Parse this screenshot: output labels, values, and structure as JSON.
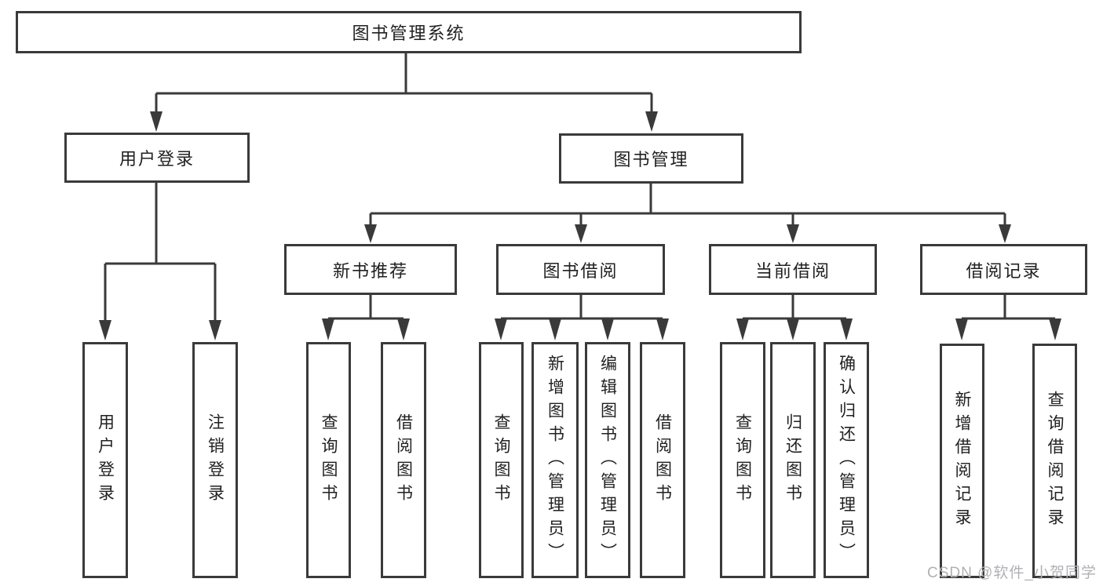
{
  "root": {
    "label": "图书管理系统"
  },
  "level2": [
    {
      "label": "用户登录"
    },
    {
      "label": "图书管理"
    }
  ],
  "level3": [
    {
      "label": "新书推荐"
    },
    {
      "label": "图书借阅"
    },
    {
      "label": "当前借阅"
    },
    {
      "label": "借阅记录"
    }
  ],
  "leaves": {
    "user_login": [
      {
        "label": "用户登录"
      },
      {
        "label": "注销登录"
      }
    ],
    "new_book_recommend": [
      {
        "label": "查询图书"
      },
      {
        "label": "借阅图书"
      }
    ],
    "book_borrow": [
      {
        "label": "查询图书"
      },
      {
        "label": "新增图书（管理员）"
      },
      {
        "label": "编辑图书（管理员）"
      },
      {
        "label": "借阅图书"
      }
    ],
    "current_borrow": [
      {
        "label": "查询图书"
      },
      {
        "label": "归还图书"
      },
      {
        "label": "确认归还（管理员）"
      }
    ],
    "borrow_records": [
      {
        "label": "新增借阅记录"
      },
      {
        "label": "查询借阅记录"
      }
    ]
  },
  "watermark": {
    "text": "CSDN @软件_小贺同学"
  },
  "colors": {
    "line": "#3a3a3a",
    "text": "#212121",
    "watermark": "#b1b1b5",
    "background": "#ffffff"
  }
}
